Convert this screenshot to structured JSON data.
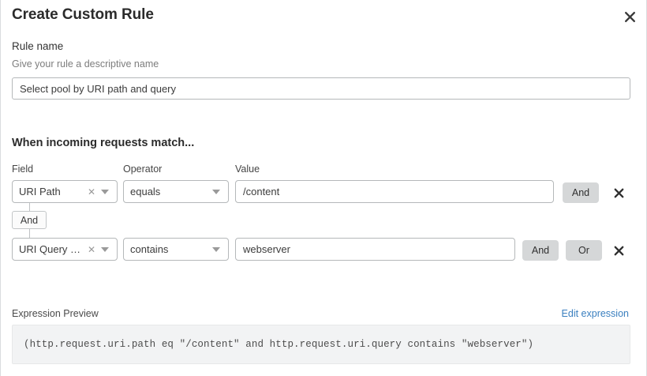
{
  "dialog": {
    "title": "Create Custom Rule",
    "close_icon": "close-icon"
  },
  "rule_name": {
    "label": "Rule name",
    "description": "Give your rule a descriptive name",
    "value": "Select pool by URI path and query",
    "placeholder": "Rule name"
  },
  "conditions": {
    "heading": "When incoming requests match...",
    "columns": {
      "field": "Field",
      "operator": "Operator",
      "value": "Value"
    },
    "connector": "And",
    "rows": [
      {
        "field": "URI Path",
        "operator": "equals",
        "value": "/content",
        "clear_icon": "clear-icon",
        "caret_icon": "chevron-down-icon",
        "delete_icon": "delete-icon",
        "buttons": [
          "And"
        ]
      },
      {
        "field": "URI Query St...",
        "operator": "contains",
        "value": "webserver",
        "clear_icon": "clear-icon",
        "caret_icon": "chevron-down-icon",
        "delete_icon": "delete-icon",
        "buttons": [
          "And",
          "Or"
        ]
      }
    ]
  },
  "expression": {
    "label": "Expression Preview",
    "edit_link": "Edit expression",
    "code": "(http.request.uri.path eq \"/content\" and http.request.uri.query contains \"webserver\")"
  },
  "colors": {
    "link": "#3a7fbf",
    "pill": "#d5d7d8",
    "code_bg": "#f2f3f4",
    "border": "#b5b8ba"
  }
}
